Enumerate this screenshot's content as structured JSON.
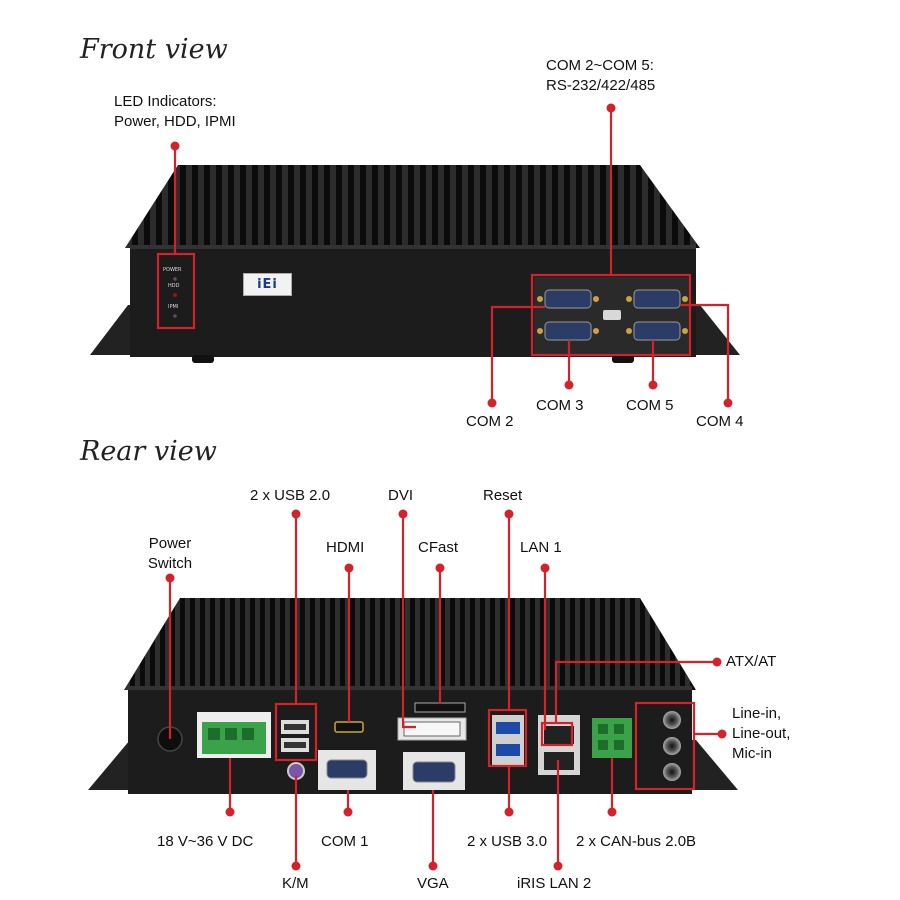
{
  "front": {
    "title": "Front view",
    "logo_text": "iEi",
    "led_text": [
      "POWER",
      "HDD",
      "IPMI"
    ],
    "labels": {
      "led_indicators": [
        "LED Indicators:",
        "Power, HDD, IPMI"
      ],
      "com_group": [
        "COM 2~COM 5:",
        "RS-232/422/485"
      ],
      "com2": "COM 2",
      "com3": "COM 3",
      "com5": "COM 5",
      "com4": "COM 4"
    }
  },
  "rear": {
    "title": "Rear view",
    "labels": {
      "usb20": "2 x USB 2.0",
      "dvi": "DVI",
      "reset": "Reset",
      "power_switch": [
        "Power",
        "Switch"
      ],
      "hdmi": "HDMI",
      "cfast": "CFast",
      "lan1": "LAN 1",
      "atx_at": "ATX/AT",
      "audio": [
        "Line-in,",
        "Line-out,",
        "Mic-in"
      ],
      "dc_input": "18 V~36 V DC",
      "com1": "COM 1",
      "usb30": "2 x USB 3.0",
      "can_bus": "2 x CAN-bus 2.0B",
      "km": "K/M",
      "vga": "VGA",
      "iris_lan2": "iRIS LAN 2"
    }
  },
  "colors": {
    "callout": "#d3222a",
    "chassis": "#1c1c1c",
    "fins": "#0d0d0d",
    "terminal": "#3aa34a"
  }
}
